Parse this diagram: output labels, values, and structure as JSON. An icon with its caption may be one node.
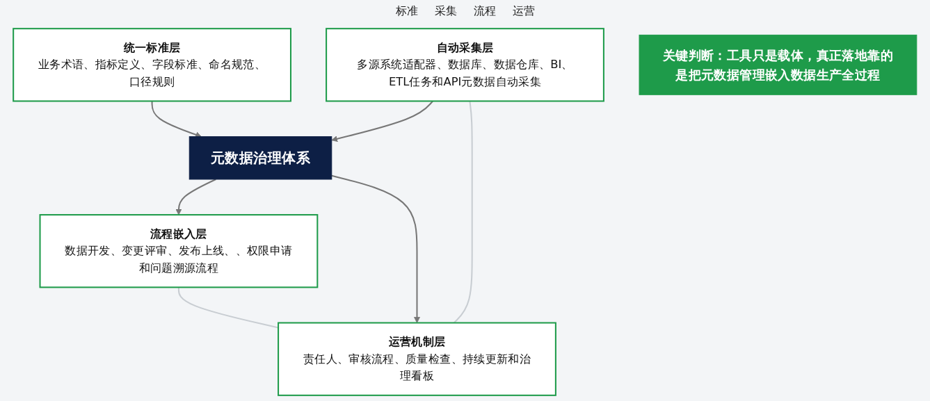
{
  "diagram": {
    "nodes": [
      {
        "text": [
          "统一标准层",
          "业务术语、指标定义、字段标准、命名规范、口径规则"
        ]
      },
      {
        "text": [
          "自动采集层",
          "多源系统适配器、数据库、数据仓库、BI、ETL任务和API元数据自动采集"
        ]
      },
      {
        "text": [
          "元数据治理体系"
        ]
      },
      {
        "text": [
          "流程嵌入层",
          "数据开发、变更评审、发布上线、、权限申请和问题溯源流程"
        ]
      },
      {
        "text": [
          "运营机制层",
          "责任人、审核流程、质量检查、持续更新和治理看板"
        ]
      },
      {
        "text": [
          "关键判断：工具只是载体，真正落地靠的是把元数据管理嵌入数据生产全过程"
        ]
      }
    ],
    "edges": [
      {
        "from": 0,
        "to": 2,
        "arrow": "to"
      },
      {
        "from": 1,
        "to": 2,
        "arrow": "to"
      },
      {
        "from": 2,
        "to": 3,
        "arrow": "to"
      },
      {
        "from": 2,
        "to": 4,
        "arrow": "to"
      },
      {
        "from": 1,
        "to": 4,
        "arrow": "none",
        "color": "#c8cdd2"
      },
      {
        "from": 3,
        "to": 4,
        "arrow": "none",
        "color": "#c8cdd2"
      }
    ],
    "labels": [
      "标准",
      "采集",
      "流程",
      "运营"
    ]
  }
}
